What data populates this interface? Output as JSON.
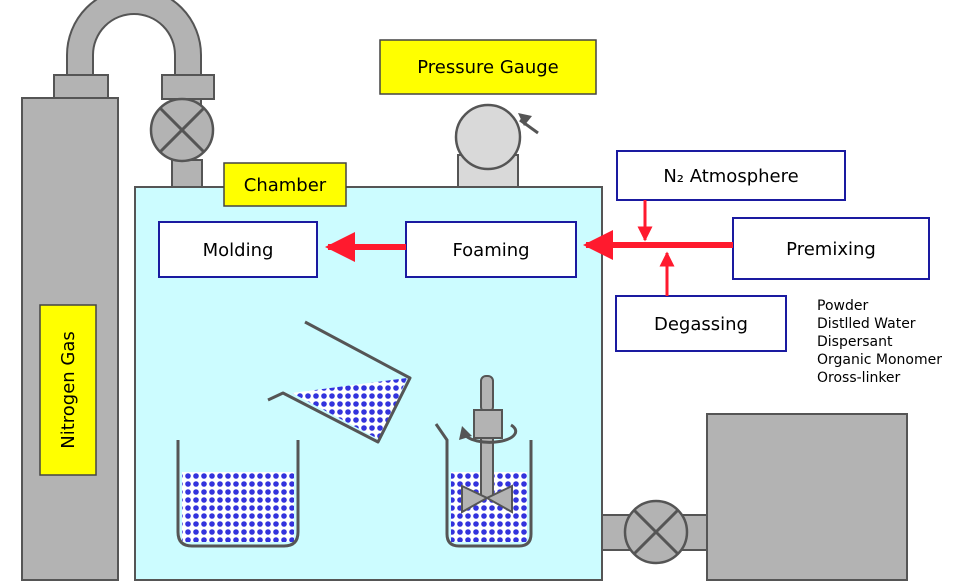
{
  "labels": {
    "pressure_gauge": "Pressure Gauge",
    "chamber": "Chamber",
    "nitrogen_gas": "Nitrogen Gas",
    "n2_atmosphere": "N₂ Atmosphere",
    "molding": "Molding",
    "foaming": "Foaming",
    "premixing": "Premixing",
    "degassing": "Degassing"
  },
  "ingredients": [
    "Powder",
    "Distlled Water",
    "Dispersant",
    "Organic Monomer",
    "Oross-linker"
  ],
  "colors": {
    "chamber_fill": "#ccfcff",
    "label_yellow": "#ffff00",
    "box_border": "#1a1aa0",
    "arrow_red": "#ff1a2e",
    "equipment_gray": "#b3b3b3",
    "slurry_dots": "#3333dd"
  }
}
